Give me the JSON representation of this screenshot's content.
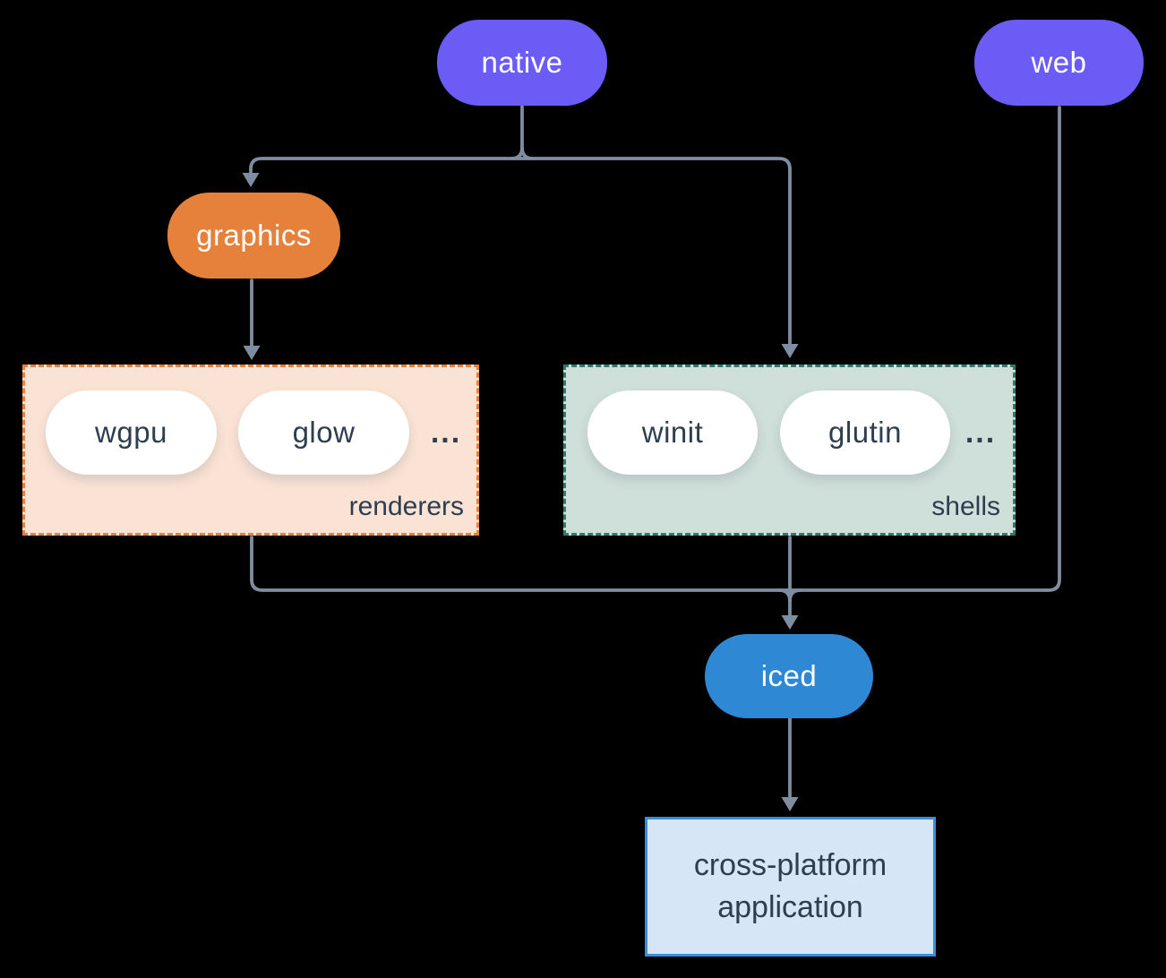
{
  "diagram": {
    "background": "#000000",
    "nodes": {
      "native": {
        "label": "native",
        "color": "#6b5cf6",
        "text_color": "#ffffff"
      },
      "web": {
        "label": "web",
        "color": "#6b5cf6",
        "text_color": "#ffffff"
      },
      "graphics": {
        "label": "graphics",
        "color": "#e5813a",
        "text_color": "#ffffff"
      },
      "iced": {
        "label": "iced",
        "color": "#2e88d3",
        "text_color": "#ffffff"
      },
      "application": {
        "line1": "cross-platform",
        "line2": "application",
        "fill": "#d7e6f6",
        "border": "#3a8ddb",
        "text_color": "#2d3e50"
      }
    },
    "groups": {
      "renderers": {
        "label": "renderers",
        "pills": [
          "wgpu",
          "glow"
        ],
        "ellipsis": "...",
        "fill": "#fae3d4",
        "border": "#e5813a",
        "pill_fill": "#ffffff",
        "text_color": "#2d3e50"
      },
      "shells": {
        "label": "shells",
        "pills": [
          "winit",
          "glutin"
        ],
        "ellipsis": "...",
        "fill": "#cfdfd9",
        "border": "#2a7d6e",
        "pill_fill": "#ffffff",
        "text_color": "#2d3e50"
      }
    },
    "edges": {
      "color": "#7e8ea0",
      "connections": [
        "native -> graphics",
        "native -> shells",
        "graphics -> renderers",
        "renderers -> iced",
        "shells -> iced",
        "web -> iced",
        "iced -> application"
      ]
    }
  }
}
